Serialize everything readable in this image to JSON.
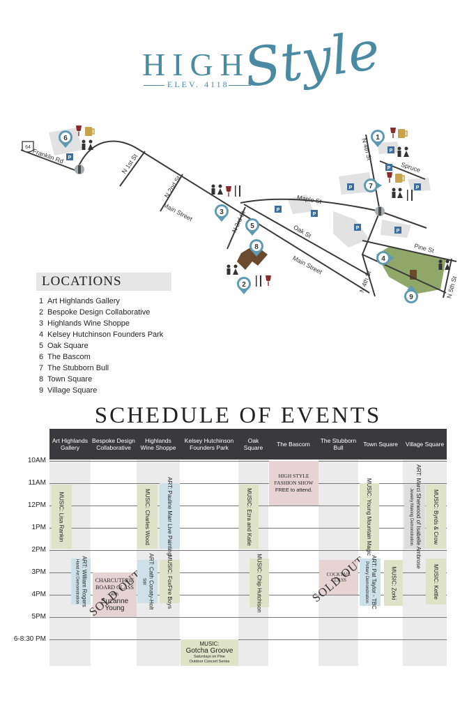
{
  "logo": {
    "high": "HIGH",
    "style": "Style",
    "elevation": "ELEV. 4118"
  },
  "map": {
    "highway_shield": "64",
    "streets": {
      "franklin": "Franklin Rd",
      "n1st": "N 1st St",
      "n2nd": "N 2nd St",
      "main1": "Main Street",
      "main2": "Main Street",
      "n3rd": "N 3rd St",
      "maple": "Maple St",
      "oak": "Oak St",
      "n4th_top": "N 4th St",
      "spruce": "Spruce",
      "pine": "Pine St",
      "n4th_bottom": "N 4th St",
      "n5th": "N 5th St"
    },
    "markers": [
      "1",
      "2",
      "3",
      "4",
      "5",
      "6",
      "7",
      "8",
      "9"
    ],
    "parking_label": "P",
    "icons": [
      "wine-icon",
      "beer-icon",
      "restroom-icon",
      "food-icon",
      "traffic-light-icon"
    ]
  },
  "locations": {
    "title": "LOCATIONS",
    "items": [
      {
        "num": "1",
        "name": "Art Highlands Gallery"
      },
      {
        "num": "2",
        "name": "Bespoke Design Collaborative"
      },
      {
        "num": "3",
        "name": "Highlands Wine Shoppe"
      },
      {
        "num": "4",
        "name": "Kelsey Hutchinson Founders Park"
      },
      {
        "num": "5",
        "name": "Oak Square"
      },
      {
        "num": "6",
        "name": "The Bascom"
      },
      {
        "num": "7",
        "name": "The Stubborn Bull"
      },
      {
        "num": "8",
        "name": "Town Square"
      },
      {
        "num": "9",
        "name": "Village Square"
      }
    ]
  },
  "schedule": {
    "title": "SCHEDULE OF EVENTS",
    "columns": [
      "Art Highlands Gallery",
      "Bespoke Design Collaborative",
      "Highlands Wine Shoppe",
      "Kelsey Hutchinson Founders Park",
      "Oak Square",
      "The Bascom",
      "The Stubborn Bull",
      "Town Square",
      "Village Square"
    ],
    "times": [
      "10AM",
      "11AM",
      "12PM",
      "1PM",
      "2PM",
      "3PM",
      "4PM",
      "5PM",
      "6-8:30 PM"
    ],
    "events": {
      "lisa": "MUSIC: Lisa Rankin",
      "william_title": "ART: William Rogers",
      "william_sub": "Hand Art Demonstration",
      "charcuterie_title": "CHARCUTERIE BOARD CLASS",
      "charcuterie_with": "with",
      "charcuterie_name": "Suzanne Young",
      "charles": "MUSIC: Charles Wood",
      "cath_title": "ART: Cath Conaty-Holt",
      "cath_sub": "Still",
      "pauline": "ART: Pauline Marr Live Painting",
      "foxfire": "MUSIC: FoxFire Boys",
      "gotcha_title": "MUSIC:",
      "gotcha_name": "Gotcha Groove",
      "gotcha_sub1": "Saturdays on Pine",
      "gotcha_sub2": "Outdoor Concert Series",
      "ezra": "MUSIC: Ezra and Katie",
      "chip": "MUSIC: Chip Hutchison",
      "bascom_title": "HIGH STYLE FASHION SHOW",
      "bascom_sub": "FREE to attend.",
      "cocktail": "COCKTAIL CLASS",
      "ymm": "MUSIC: Young Mountain Magic",
      "pat_title": "ART: Pat Taylor - TBC",
      "pat_sub": "Pottery Demonstration",
      "zorki": "MUSIC: Zorki",
      "sherwood_title": "ART: Marci Sherwood of Isabelle Ambrose",
      "sherwood_sub": "Jewelry Making Demonstration",
      "byrds": "MUSIC: Byrds & Crow",
      "kettle": "MUSIC: Kettle"
    },
    "sold_out": "SOLD OUT"
  },
  "colors": {
    "brand_blue": "#4a8aa3",
    "header_dark": "#3a3a3e",
    "music_green": "#dfe4c9",
    "art_blue": "#cfe1e8",
    "class_pink": "#e6d4d5",
    "park_green": "#8fa86a",
    "wine_red": "#8b2a2a",
    "beer_gold": "#c9a24a"
  }
}
